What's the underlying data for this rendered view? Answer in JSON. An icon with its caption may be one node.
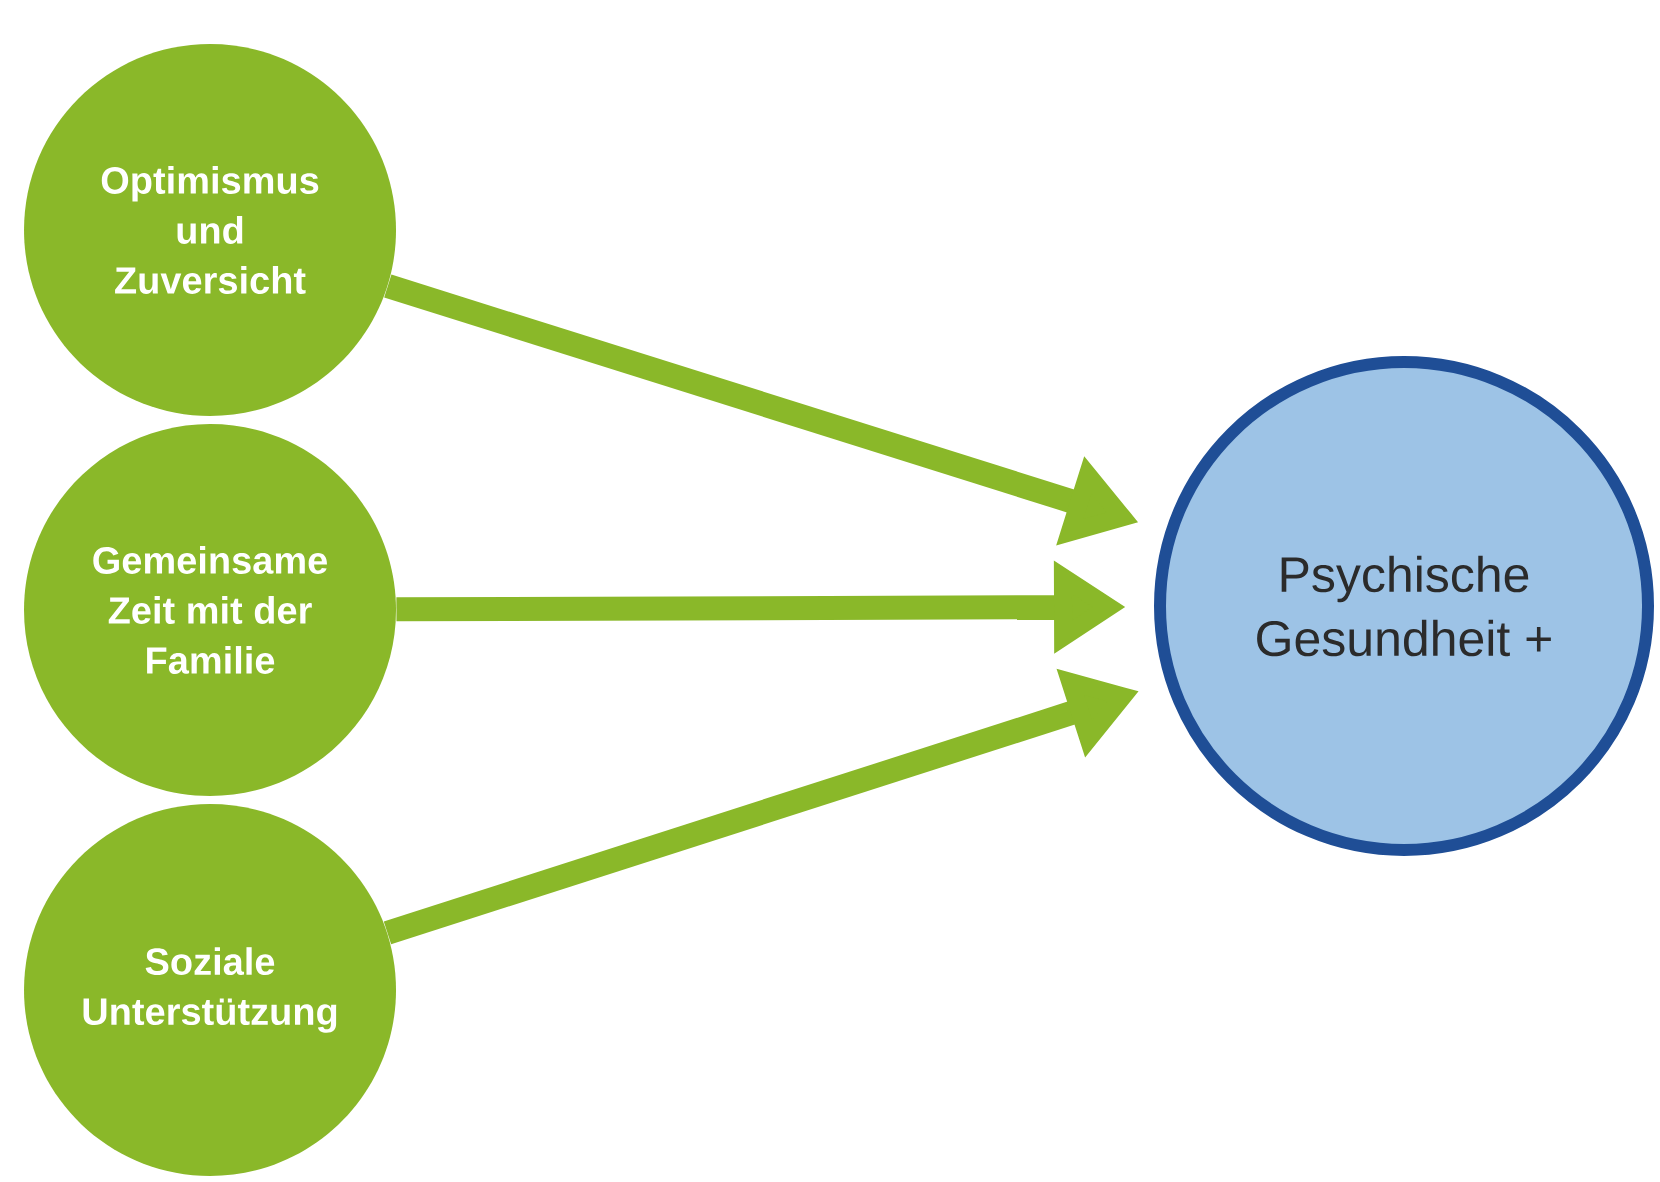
{
  "diagram": {
    "nodes": [
      {
        "text": [
          "Optimismus und Zuversicht"
        ]
      },
      {
        "text": [
          "Gemeinsame Zeit mit der Familie"
        ]
      },
      {
        "text": [
          "Soziale Unterstützung"
        ]
      },
      {
        "text": [
          "Psychische Gesundheit +"
        ]
      }
    ],
    "edges": [
      {
        "from": 0,
        "to": 3,
        "arrow": "to"
      },
      {
        "from": 1,
        "to": 3,
        "arrow": "to"
      },
      {
        "from": 2,
        "to": 3,
        "arrow": "to"
      }
    ]
  }
}
